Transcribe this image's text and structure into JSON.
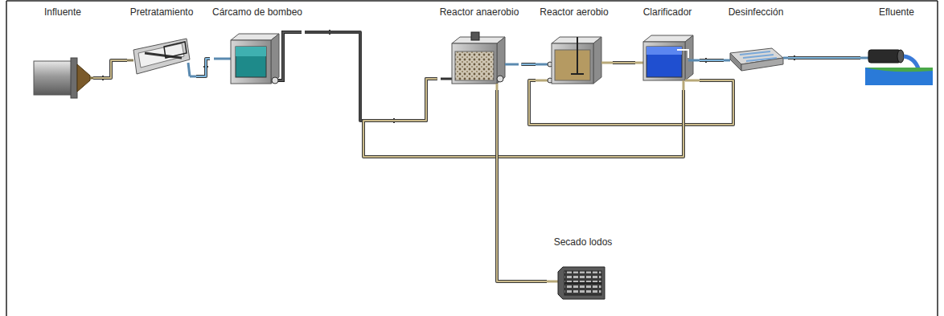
{
  "diagram": {
    "nodes": [
      {
        "text": [
          "Influente"
        ]
      },
      {
        "text": [
          "Pretratamiento"
        ]
      },
      {
        "text": [
          "Cárcamo de bombeo"
        ]
      },
      {
        "text": [
          "Reactor anaerobio"
        ]
      },
      {
        "text": [
          "Reactor aerobio"
        ]
      },
      {
        "text": [
          "Clarificador"
        ]
      },
      {
        "text": [
          "Desinfección"
        ]
      },
      {
        "text": [
          "Efluente"
        ]
      },
      {
        "text": [
          "Secado lodos"
        ]
      }
    ],
    "edges": [
      {
        "from": 0,
        "to": 1,
        "arrow": "none"
      },
      {
        "from": 1,
        "to": 2,
        "arrow": "none"
      },
      {
        "from": 2,
        "to": 3,
        "arrow": "none"
      },
      {
        "from": 3,
        "to": 4,
        "arrow": "none"
      },
      {
        "from": 4,
        "to": 5,
        "arrow": "none"
      },
      {
        "from": 5,
        "to": 6,
        "arrow": "none"
      },
      {
        "from": 6,
        "to": 7,
        "arrow": "none"
      },
      {
        "from": 5,
        "to": 4,
        "arrow": "none"
      },
      {
        "from": 5,
        "to": 3,
        "arrow": "none"
      },
      {
        "from": 3,
        "to": 8,
        "arrow": "none"
      }
    ]
  }
}
